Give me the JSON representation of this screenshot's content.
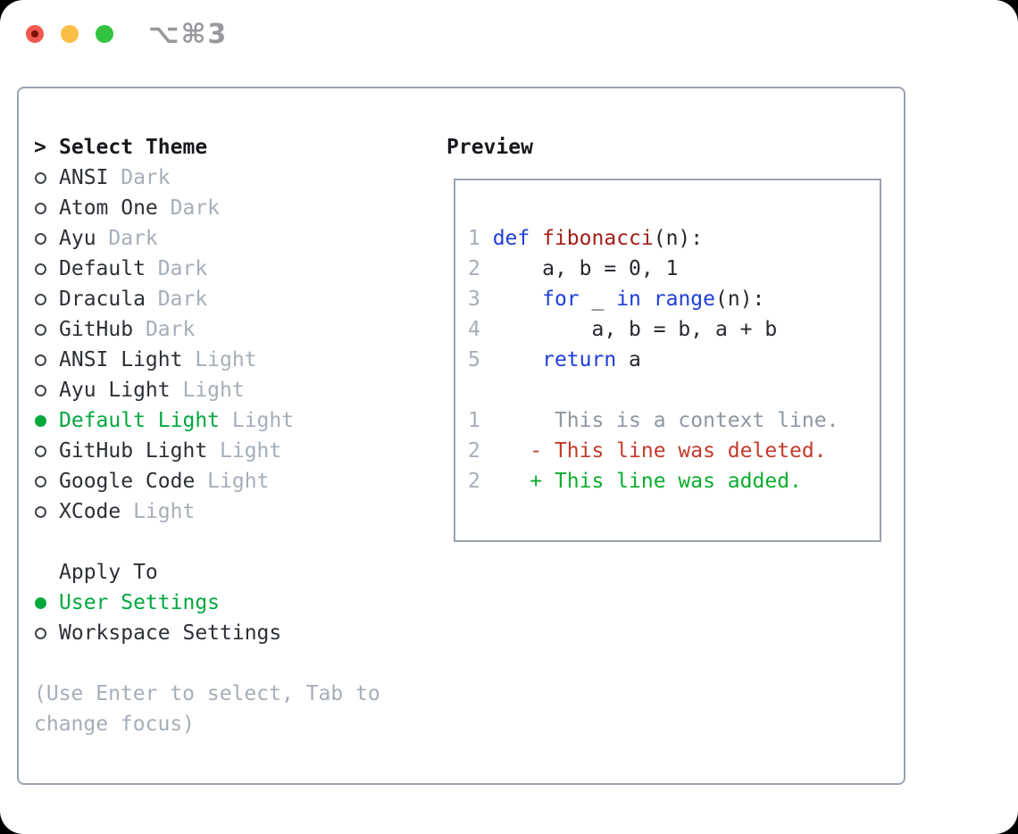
{
  "window": {
    "shortcut": "⌥⌘3",
    "traffic_lights": [
      "close",
      "minimize",
      "zoom"
    ]
  },
  "colors": {
    "tl_close": "#f0594d",
    "tl_min": "#fbbf45",
    "tl_zoom": "#33c340",
    "shortcut_color": "#98989d",
    "border": "#9aa3ae",
    "heading": "#17191d",
    "text_primary": "#2c3036",
    "text_muted": "#a6aeb9",
    "radio_outline": "#3f454c",
    "green": "#00a83e",
    "num": "#a6aeb9",
    "kw": "#1e3ed8",
    "fn": "#a31d15",
    "plain": "#26292e",
    "ctx": "#8f97a1",
    "del": "#c43a2a",
    "add": "#0cae2e"
  },
  "theme_section": {
    "cursor": ">",
    "title": "Select Theme",
    "themes": [
      {
        "name": "ANSI",
        "variant": "Dark",
        "selected": false
      },
      {
        "name": "Atom One",
        "variant": "Dark",
        "selected": false
      },
      {
        "name": "Ayu",
        "variant": "Dark",
        "selected": false
      },
      {
        "name": "Default",
        "variant": "Dark",
        "selected": false
      },
      {
        "name": "Dracula",
        "variant": "Dark",
        "selected": false
      },
      {
        "name": "GitHub",
        "variant": "Dark",
        "selected": false
      },
      {
        "name": "ANSI Light",
        "variant": "Light",
        "selected": false
      },
      {
        "name": "Ayu Light",
        "variant": "Light",
        "selected": false
      },
      {
        "name": "Default Light",
        "variant": "Light",
        "selected": true
      },
      {
        "name": "GitHub Light",
        "variant": "Light",
        "selected": false
      },
      {
        "name": "Google Code",
        "variant": "Light",
        "selected": false
      },
      {
        "name": "XCode",
        "variant": "Light",
        "selected": false
      }
    ]
  },
  "apply_section": {
    "title": "Apply To",
    "options": [
      {
        "name": "User Settings",
        "selected": true
      },
      {
        "name": "Workspace Settings",
        "selected": false
      }
    ]
  },
  "hint": "(Use Enter to select, Tab to change focus)",
  "preview": {
    "title": "Preview",
    "lines": [
      [
        [
          "num",
          "1 "
        ],
        [
          "kw",
          "def"
        ],
        [
          "plain",
          " "
        ],
        [
          "fn",
          "fibonacci"
        ],
        [
          "plain",
          "(n):"
        ]
      ],
      [
        [
          "num",
          "2 "
        ],
        [
          "plain",
          "    a, b = 0, 1"
        ]
      ],
      [
        [
          "num",
          "3 "
        ],
        [
          "plain",
          "    "
        ],
        [
          "kw",
          "for"
        ],
        [
          "plain",
          " _ "
        ],
        [
          "kw",
          "in"
        ],
        [
          "plain",
          " "
        ],
        [
          "kw",
          "range"
        ],
        [
          "plain",
          "(n):"
        ]
      ],
      [
        [
          "num",
          "4 "
        ],
        [
          "plain",
          "        a, b = b, a + b"
        ]
      ],
      [
        [
          "num",
          "5 "
        ],
        [
          "plain",
          "    "
        ],
        [
          "kw",
          "return"
        ],
        [
          "plain",
          " a"
        ]
      ],
      [],
      [
        [
          "num",
          "1 "
        ],
        [
          "ctx",
          "     This is a context line."
        ]
      ],
      [
        [
          "num",
          "2 "
        ],
        [
          "del",
          "   - This line was deleted."
        ]
      ],
      [
        [
          "num",
          "2 "
        ],
        [
          "add",
          "   + This line was added."
        ]
      ]
    ]
  }
}
